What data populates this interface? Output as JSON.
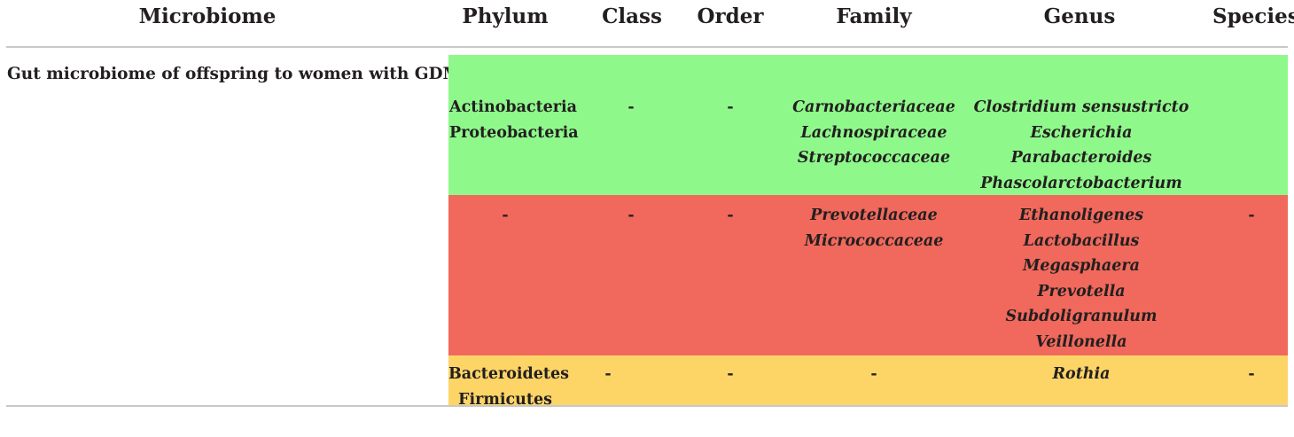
{
  "table": {
    "headers": {
      "microbiome": "Microbiome",
      "phylum": "Phylum",
      "class": "Class",
      "order": "Order",
      "family": "Family",
      "genus": "Genus",
      "species": "Species"
    },
    "row_label": "Gut microbiome of offspring to women with GDM",
    "dash": "-",
    "group_increased": {
      "color": "#8ef98a",
      "phylum": [
        "Actinobacteria",
        "Proteobacteria"
      ],
      "class": "-",
      "order": "-",
      "family": [
        "Carnobacteriaceae",
        "Lachnospiraceae",
        "Streptococcaceae"
      ],
      "genus": [
        "Clostridium sensustricto",
        "Escherichia",
        "Parabacteroides",
        "Phascolarctobacterium"
      ],
      "species": ""
    },
    "group_decreased": {
      "color": "#f0695c",
      "phylum": "-",
      "class": "-",
      "order": "-",
      "family": [
        "Prevotellaceae",
        "Micrococcaceae"
      ],
      "genus": [
        "Ethanoligenes",
        "Lactobacillus",
        "Megasphaera",
        "Prevotella",
        "Subdoligranulum",
        "Veillonella"
      ],
      "species": "-"
    },
    "group_mixed": {
      "color": "#fdd567",
      "phylum": [
        "Bacteroidetes",
        "Firmicutes"
      ],
      "class": "-",
      "order": "-",
      "family": "-",
      "genus": [
        "Rothia"
      ],
      "species": "-"
    }
  }
}
